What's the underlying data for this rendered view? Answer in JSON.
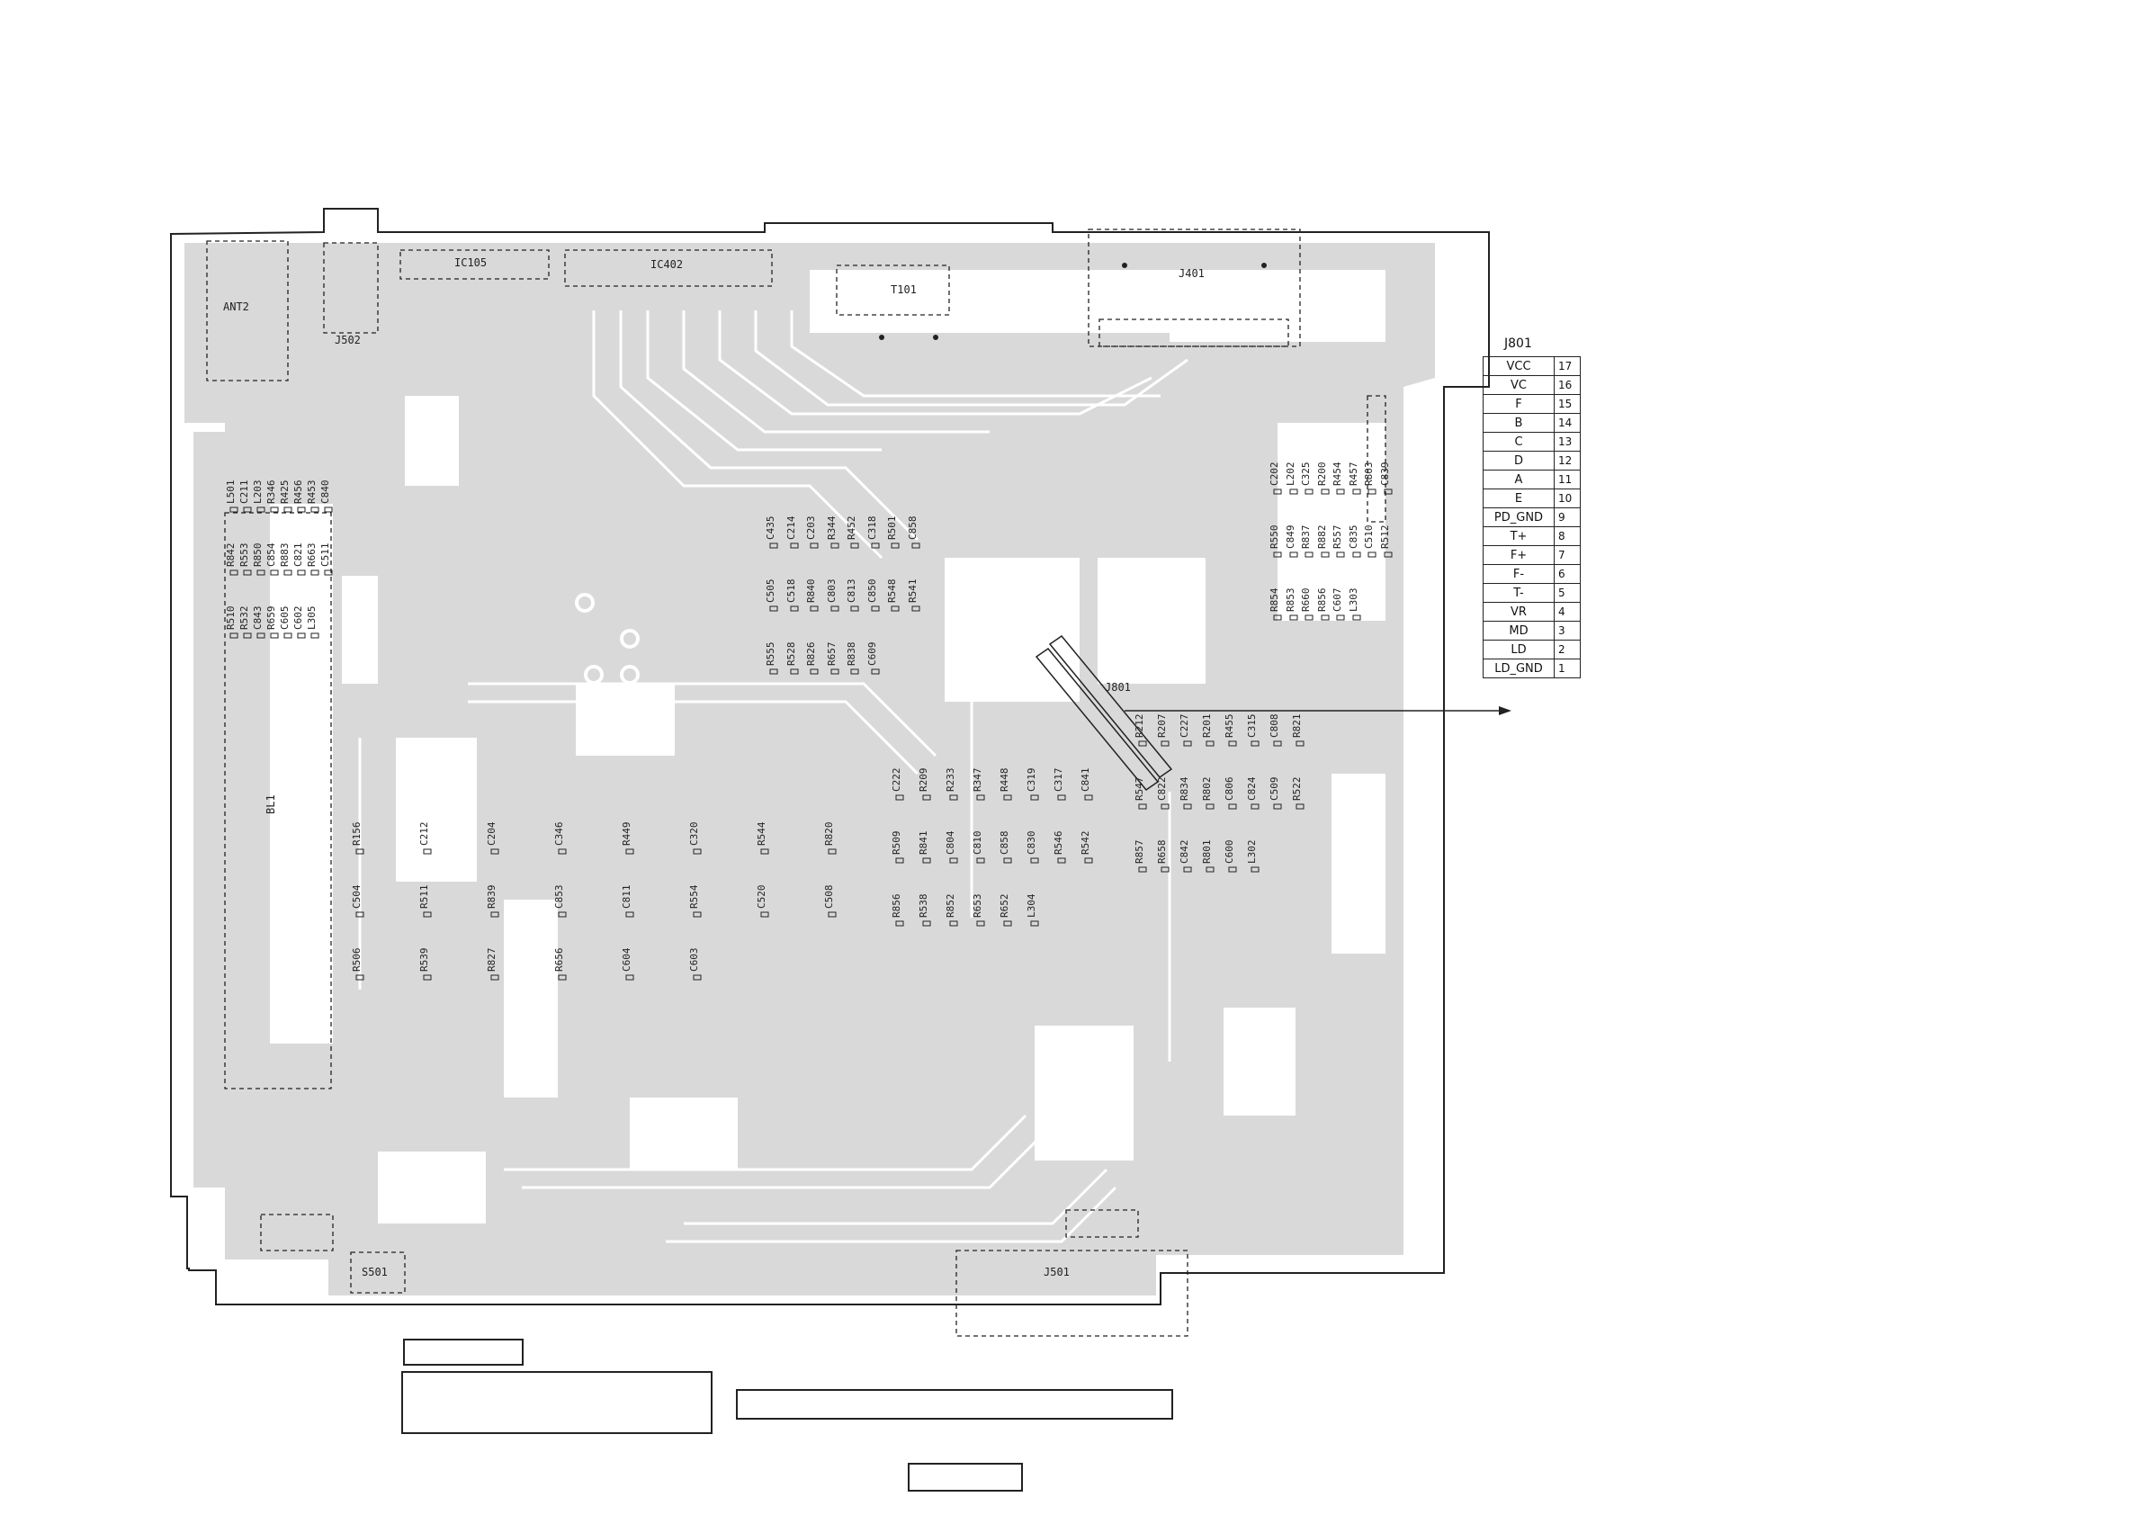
{
  "board": {
    "connectors": [
      {
        "id": "ANT2",
        "label": "ANT2"
      },
      {
        "id": "J502",
        "label": "J502"
      },
      {
        "id": "IC105",
        "label": "IC105"
      },
      {
        "id": "IC402",
        "label": "IC402"
      },
      {
        "id": "T101",
        "label": "T101"
      },
      {
        "id": "J401",
        "label": "J401"
      },
      {
        "id": "J501",
        "label": "J501"
      },
      {
        "id": "S501",
        "label": "S501"
      },
      {
        "id": "J801-flex",
        "label": "J801"
      },
      {
        "id": "BL1",
        "label": "BL1"
      }
    ],
    "components": [
      "L501",
      "R156",
      "C435",
      "C222",
      "R212",
      "C202",
      "C211",
      "C212",
      "C214",
      "R209",
      "R207",
      "L202",
      "L203",
      "C204",
      "C203",
      "R233",
      "C227",
      "C325",
      "R346",
      "C346",
      "R344",
      "R347",
      "R201",
      "R200",
      "R425",
      "R449",
      "R452",
      "R448",
      "R455",
      "R454",
      "R456",
      "C320",
      "C318",
      "C319",
      "C315",
      "R457",
      "R453",
      "R544",
      "R501",
      "C317",
      "C808",
      "R803",
      "C840",
      "R820",
      "C858",
      "C841",
      "R821",
      "C839",
      "R842",
      "C504",
      "C505",
      "R509",
      "R547",
      "R550",
      "R553",
      "R511",
      "C518",
      "R841",
      "C822",
      "C849",
      "R850",
      "R839",
      "R840",
      "C804",
      "R834",
      "R837",
      "C854",
      "C853",
      "C803",
      "C810",
      "R802",
      "R882",
      "R883",
      "C811",
      "C813",
      "C858b",
      "C806",
      "R557",
      "C821",
      "R554",
      "C850",
      "C830",
      "C824",
      "C835",
      "R663",
      "C520",
      "R548",
      "R546",
      "C509",
      "C510",
      "C511",
      "C508",
      "R541",
      "R542",
      "R522",
      "R512",
      "R510",
      "R506",
      "R555",
      "R856",
      "R857",
      "R854",
      "R532",
      "R539",
      "R528",
      "R538",
      "R658",
      "R853",
      "C843",
      "R827",
      "R826",
      "R852",
      "C842",
      "R660",
      "R659",
      "R656",
      "R657",
      "R653",
      "R801",
      "R856b",
      "C605",
      "C604",
      "R838",
      "R652",
      "C600",
      "C607",
      "C602",
      "C603",
      "C609",
      "L304",
      "L302",
      "L303",
      "L305"
    ],
    "pointer_label": "J801"
  },
  "j801": {
    "title": "J801",
    "pins": [
      {
        "signal": "VCC",
        "pin": "17"
      },
      {
        "signal": "VC",
        "pin": "16"
      },
      {
        "signal": "F",
        "pin": "15"
      },
      {
        "signal": "B",
        "pin": "14"
      },
      {
        "signal": "C",
        "pin": "13"
      },
      {
        "signal": "D",
        "pin": "12"
      },
      {
        "signal": "A",
        "pin": "11"
      },
      {
        "signal": "E",
        "pin": "10"
      },
      {
        "signal": "PD_GND",
        "pin": "9"
      },
      {
        "signal": "T+",
        "pin": "8"
      },
      {
        "signal": "F+",
        "pin": "7"
      },
      {
        "signal": "F-",
        "pin": "6"
      },
      {
        "signal": "T-",
        "pin": "5"
      },
      {
        "signal": "VR",
        "pin": "4"
      },
      {
        "signal": "MD",
        "pin": "3"
      },
      {
        "signal": "LD",
        "pin": "2"
      },
      {
        "signal": "LD_GND",
        "pin": "1"
      }
    ]
  },
  "colors": {
    "copper": "#d9d9d9",
    "outline": "#222222",
    "background": "#ffffff"
  }
}
